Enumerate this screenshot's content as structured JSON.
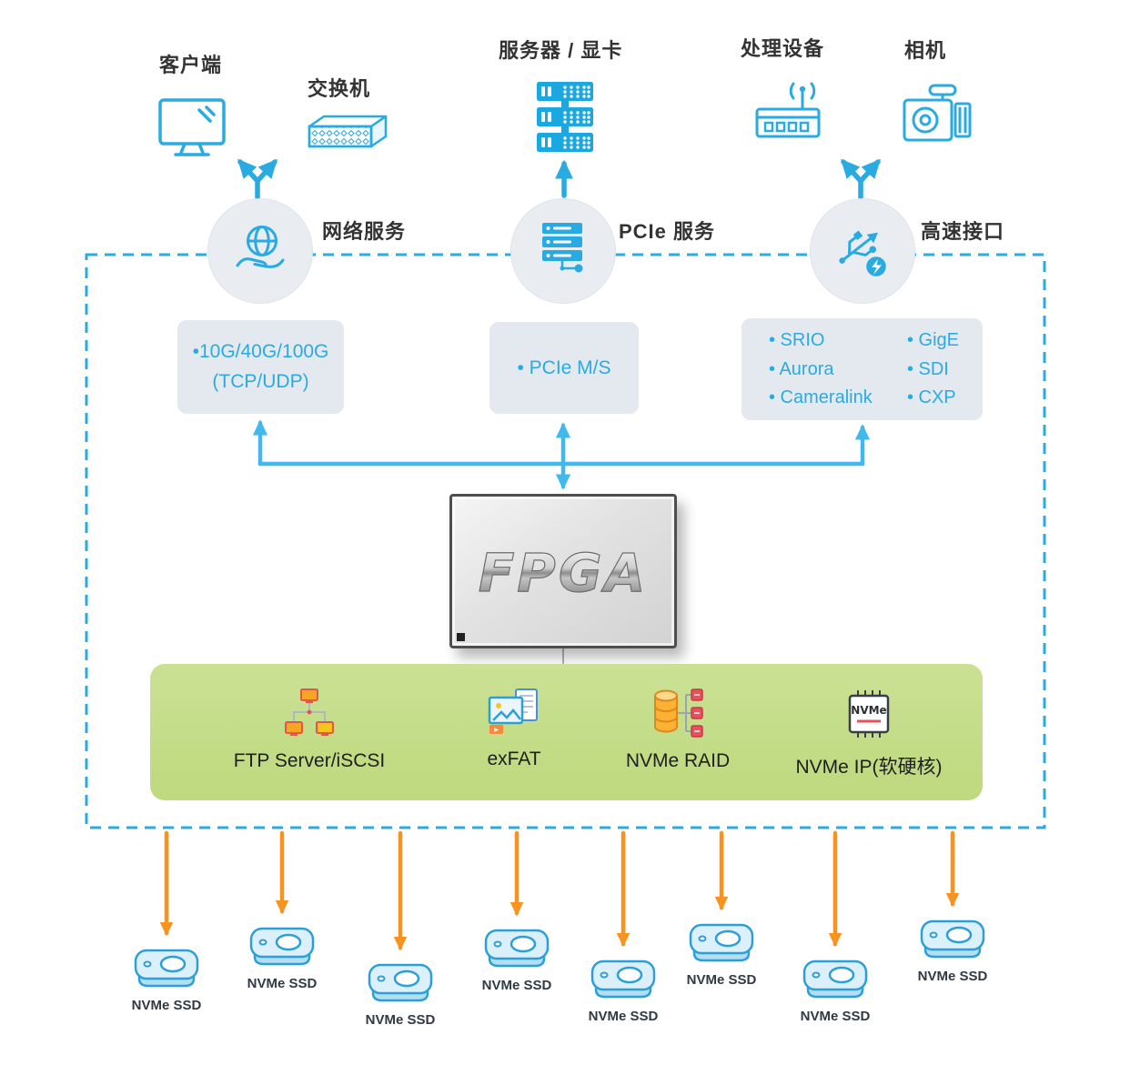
{
  "devices": {
    "client": "客户端",
    "switch": "交换机",
    "server_gpu": "服务器 / 显卡",
    "processor": "处理设备",
    "camera": "相机"
  },
  "services": {
    "network": {
      "label": "网络服务",
      "line1": "•10G/40G/100G",
      "line2": "(TCP/UDP)"
    },
    "pcie": {
      "label": "PCIe 服务",
      "item": "• PCIe M/S"
    },
    "highspeed": {
      "label": "高速接口",
      "left": [
        "• SRIO",
        "• Aurora",
        "• Cameralink"
      ],
      "right": [
        "• GigE",
        "• SDI",
        "• CXP"
      ]
    }
  },
  "fpga": {
    "label": "FPGA"
  },
  "software": {
    "ftp": "FTP Server/iSCSI",
    "exfat": "exFAT",
    "raid": "NVMe RAID",
    "nvme_ip": "NVMe IP(软硬核)",
    "chip_text": "NVMe"
  },
  "storage": {
    "ssd_label": "NVMe SSD",
    "drive_count": 8
  },
  "colors": {
    "accent_blue": "#29abe2",
    "mid_blue": "#41b9ec",
    "orange": "#f7931e",
    "panel_green": "#c5dd8a",
    "panel_gray": "#e4e9ef"
  }
}
